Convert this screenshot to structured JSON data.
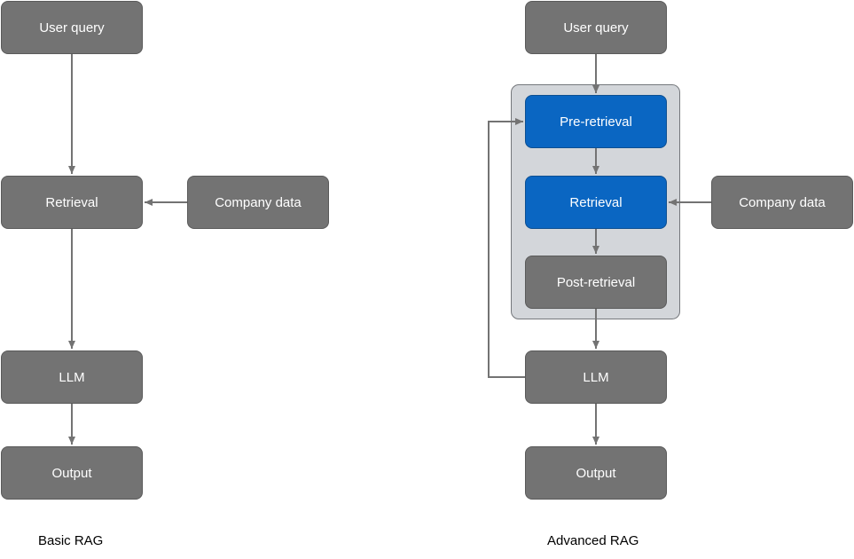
{
  "basic": {
    "caption": "Basic RAG",
    "nodes": {
      "user_query": "User query",
      "retrieval": "Retrieval",
      "company_data": "Company data",
      "llm": "LLM",
      "output": "Output"
    }
  },
  "advanced": {
    "caption": "Advanced RAG",
    "nodes": {
      "user_query": "User query",
      "pre_retrieval": "Pre-retrieval",
      "retrieval": "Retrieval",
      "post_retrieval": "Post-retrieval",
      "company_data": "Company data",
      "llm": "LLM",
      "output": "Output"
    }
  },
  "colors": {
    "node_gray": "#737373",
    "node_blue": "#0a66c2",
    "group_fill": "#d3d6da",
    "arrow": "#737373"
  },
  "edges": [
    {
      "from": "basic.user_query",
      "to": "basic.retrieval"
    },
    {
      "from": "basic.company_data",
      "to": "basic.retrieval"
    },
    {
      "from": "basic.retrieval",
      "to": "basic.llm"
    },
    {
      "from": "basic.llm",
      "to": "basic.output"
    },
    {
      "from": "advanced.user_query",
      "to": "advanced.pre_retrieval"
    },
    {
      "from": "advanced.pre_retrieval",
      "to": "advanced.retrieval"
    },
    {
      "from": "advanced.retrieval",
      "to": "advanced.post_retrieval"
    },
    {
      "from": "advanced.company_data",
      "to": "advanced.retrieval"
    },
    {
      "from": "advanced.post_retrieval",
      "to": "advanced.llm"
    },
    {
      "from": "advanced.llm",
      "to": "advanced.pre_retrieval"
    },
    {
      "from": "advanced.llm",
      "to": "advanced.output"
    }
  ]
}
